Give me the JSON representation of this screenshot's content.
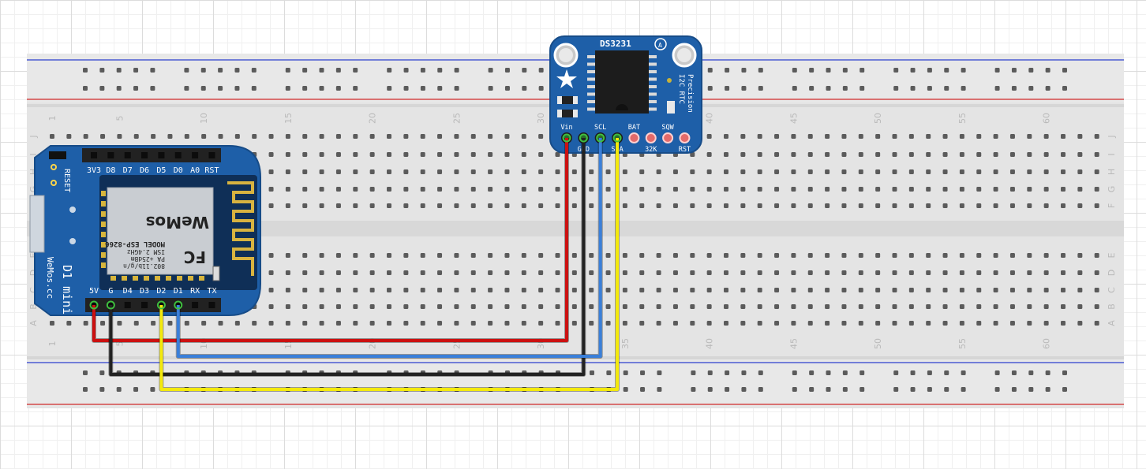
{
  "breadboard": {
    "column_numbers": [
      "1",
      "5",
      "10",
      "15",
      "20",
      "25",
      "30",
      "35",
      "40",
      "45",
      "50",
      "55",
      "60"
    ],
    "row_letters_top": [
      "J",
      "I",
      "H",
      "G",
      "F"
    ],
    "row_letters_bottom": [
      "E",
      "D",
      "C",
      "B",
      "A"
    ]
  },
  "wemos": {
    "top_pins": [
      "3V3",
      "D8",
      "D7",
      "D6",
      "D5",
      "D0",
      "A0",
      "RST"
    ],
    "bottom_pins": [
      "5V",
      "G",
      "D4",
      "D3",
      "D2",
      "D1",
      "RX",
      "TX"
    ],
    "reset_label": "RESET",
    "board_name": "D1 mini",
    "brand": "WeMos.cc",
    "logo": "WeMos",
    "module_lines": [
      "MODEL ESP-8266",
      "ISM 2.4GHz",
      "PA +25dBm",
      "802.11b/g/n"
    ],
    "cert_mark": "FC"
  },
  "rtc": {
    "chip_label": "DS3231",
    "badge": "A",
    "side_label": [
      "Precision",
      "I2C RTC"
    ],
    "pin_labels_top": [
      "Vin",
      "SCL",
      "BAT",
      "SQW"
    ],
    "pin_labels_bottom": [
      "GND",
      "SDA",
      "32K",
      "RST"
    ]
  },
  "wires": [
    {
      "from": "5V",
      "to": "Vin",
      "color": "#cc1111"
    },
    {
      "from": "G",
      "to": "GND",
      "color": "#222222"
    },
    {
      "from": "D1",
      "to": "SCL",
      "color": "#3a7fd9"
    },
    {
      "from": "D2",
      "to": "SDA",
      "color": "#f4ea0c"
    }
  ]
}
